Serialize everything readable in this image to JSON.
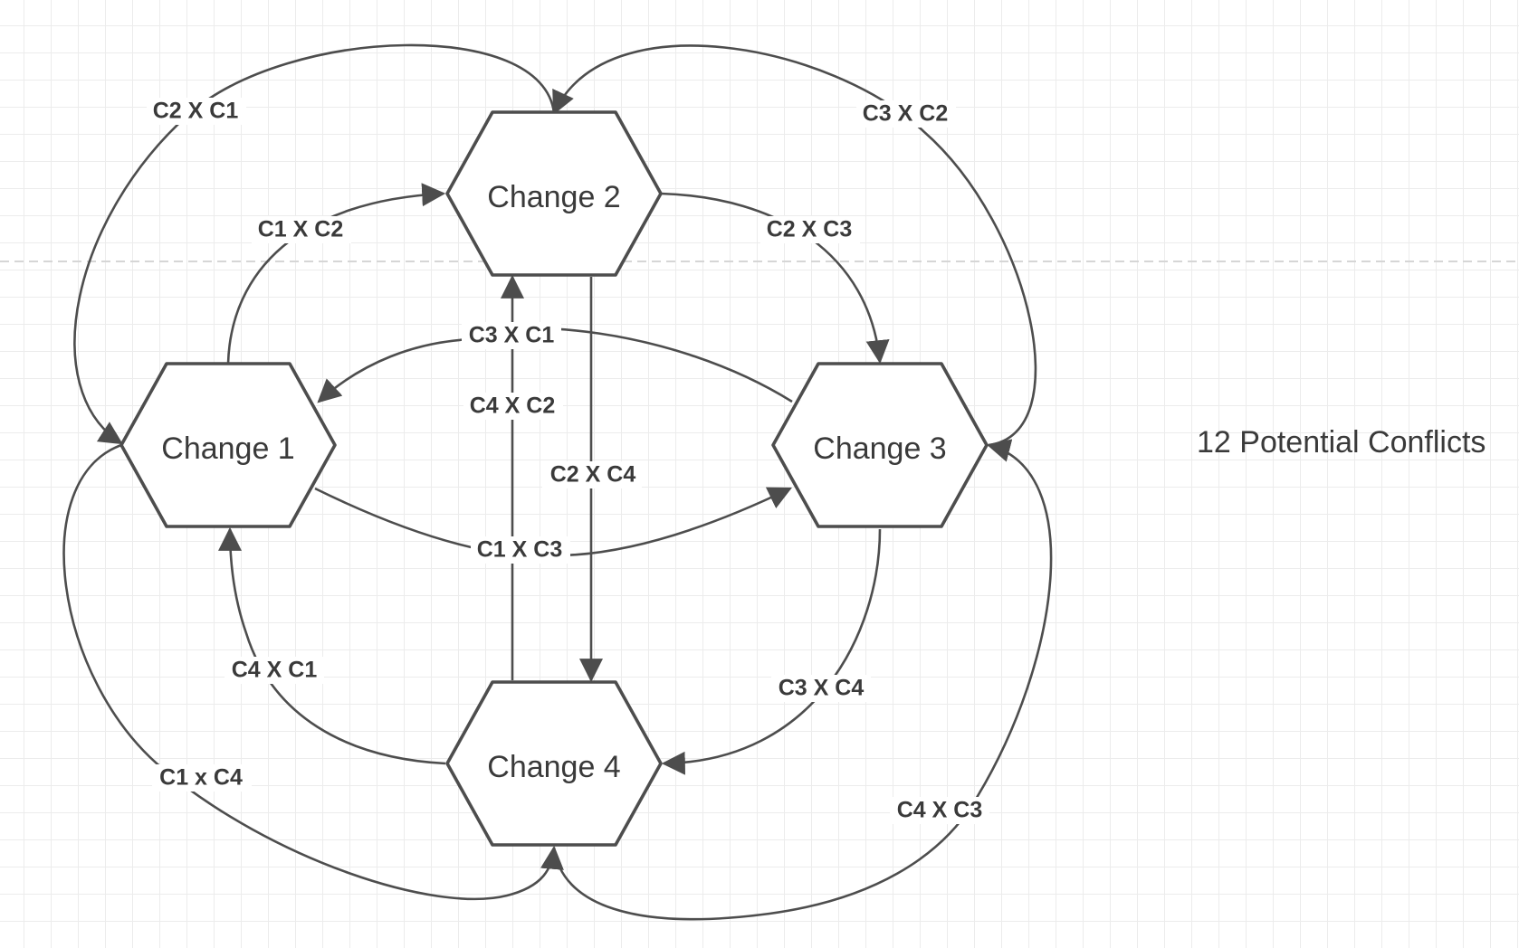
{
  "colors": {
    "stroke": "#4d4d4d",
    "text": "#3a3a3a",
    "grid": "#ececec",
    "background": "#ffffff"
  },
  "nodes": [
    {
      "id": "c1",
      "label": "Change 1"
    },
    {
      "id": "c2",
      "label": "Change 2"
    },
    {
      "id": "c3",
      "label": "Change 3"
    },
    {
      "id": "c4",
      "label": "Change 4"
    }
  ],
  "edges": [
    {
      "id": "c2-c1",
      "label": "C2 X C1",
      "from": "c2",
      "to": "c1"
    },
    {
      "id": "c1-c2",
      "label": "C1 X C2",
      "from": "c1",
      "to": "c2"
    },
    {
      "id": "c3-c2",
      "label": "C3 X C2",
      "from": "c3",
      "to": "c2"
    },
    {
      "id": "c2-c3",
      "label": "C2 X C3",
      "from": "c2",
      "to": "c3"
    },
    {
      "id": "c3-c1",
      "label": "C3 X C1",
      "from": "c3",
      "to": "c1"
    },
    {
      "id": "c4-c2",
      "label": "C4 X C2",
      "from": "c4",
      "to": "c2"
    },
    {
      "id": "c2-c4",
      "label": "C2 X C4",
      "from": "c2",
      "to": "c4"
    },
    {
      "id": "c1-c3",
      "label": "C1 X C3",
      "from": "c1",
      "to": "c3"
    },
    {
      "id": "c4-c1",
      "label": "C4 X C1",
      "from": "c4",
      "to": "c1"
    },
    {
      "id": "c3-c4",
      "label": "C3 X C4",
      "from": "c3",
      "to": "c4"
    },
    {
      "id": "c1-c4",
      "label": "C1 x C4",
      "from": "c1",
      "to": "c4"
    },
    {
      "id": "c4-c3",
      "label": "C4 X C3",
      "from": "c4",
      "to": "c3"
    }
  ],
  "summary_text": "12 Potential Conflicts"
}
